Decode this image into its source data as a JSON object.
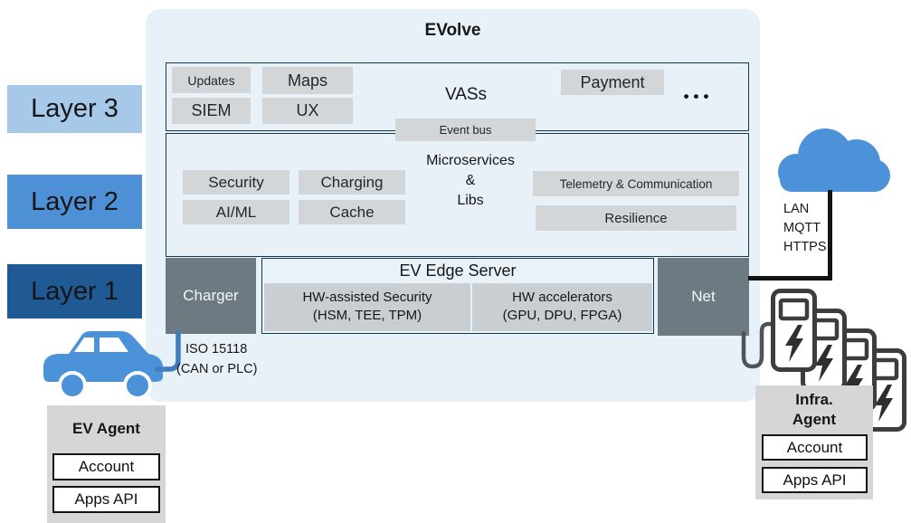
{
  "app": {
    "title": "EVolve"
  },
  "layer_labels": [
    {
      "label": "Layer 3"
    },
    {
      "label": "Layer 2"
    },
    {
      "label": "Layer 1"
    }
  ],
  "layer3": {
    "services": [
      "Updates",
      "Maps",
      "SIEM",
      "UX"
    ],
    "vass_label": "VASs",
    "payment_label": "Payment",
    "more_dots": "•••"
  },
  "event_bus_label": "Event bus",
  "layer2": {
    "microservices_lines": [
      "Microservices",
      "&",
      "Libs"
    ],
    "services": [
      "Security",
      "Charging",
      "AI/ML",
      "Cache"
    ],
    "wide_services": [
      "Telemetry & Communication",
      "Resilience"
    ]
  },
  "layer1": {
    "charger_label": "Charger",
    "edge_server_title": "EV Edge Server",
    "hw_security_line1": "HW-assisted Security",
    "hw_security_line2": "(HSM, TEE, TPM)",
    "hw_accel_line1": "HW accelerators",
    "hw_accel_line2": "(GPU, DPU, FPGA)",
    "net_label": "Net"
  },
  "cloud": {
    "protocols": [
      "LAN",
      "MQTT",
      "HTTPS"
    ]
  },
  "ev_link": {
    "line1": "ISO 15118",
    "line2": "(CAN or PLC)"
  },
  "ev_agent": {
    "title": "EV Agent",
    "items": [
      "Account",
      "Apps API"
    ]
  },
  "infra_agent": {
    "title_lines": [
      "Infra.",
      "Agent"
    ],
    "items": [
      "Account",
      "Apps API"
    ]
  },
  "colors": {
    "accent_blue": "#4b92d9",
    "layer3_bg": "#a7c9e9",
    "layer2_bg": "#4e90d5",
    "layer1_bg": "#1f5a94",
    "panel_bg": "#e9f1f8",
    "box_gray": "#d2d6d9",
    "dark_gray": "#6e7a81"
  }
}
